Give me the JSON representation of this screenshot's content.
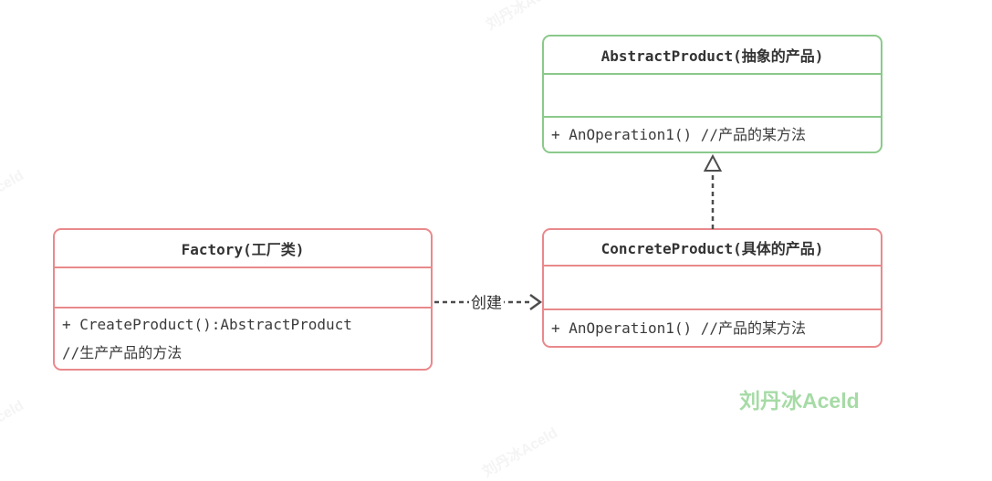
{
  "diagram": {
    "type": "uml-class-diagram",
    "pattern": "factory",
    "classes": [
      {
        "id": "abstract-product",
        "title": "AbstractProduct(抽象的产品)",
        "attributes": "",
        "methods": [
          "+ AnOperation1() //产品的某方法"
        ],
        "border_color": "#8bc98b"
      },
      {
        "id": "factory",
        "title": "Factory(工厂类)",
        "attributes": "",
        "methods": [
          "+ CreateProduct():AbstractProduct",
          "//生产产品的方法"
        ],
        "border_color": "#e9898c"
      },
      {
        "id": "concrete-product",
        "title": "ConcreteProduct(具体的产品)",
        "attributes": "",
        "methods": [
          "+ AnOperation1() //产品的某方法"
        ],
        "border_color": "#e9898c"
      }
    ],
    "relations": [
      {
        "from": "factory",
        "to": "concrete-product",
        "style": "dashed-open-arrow",
        "label": "创建"
      },
      {
        "from": "concrete-product",
        "to": "abstract-product",
        "style": "dashed-hollow-triangle",
        "label": ""
      }
    ]
  },
  "watermark": {
    "signature": "刘丹冰Aceld",
    "faint": "刘丹冰Aceld"
  },
  "colors": {
    "green_border": "#8bc98b",
    "pink_border": "#e9898c",
    "connector_gray": "#4d4d4d",
    "text_dark": "#333333",
    "signature_green": "#a6dba6",
    "background": "#ffffff"
  }
}
